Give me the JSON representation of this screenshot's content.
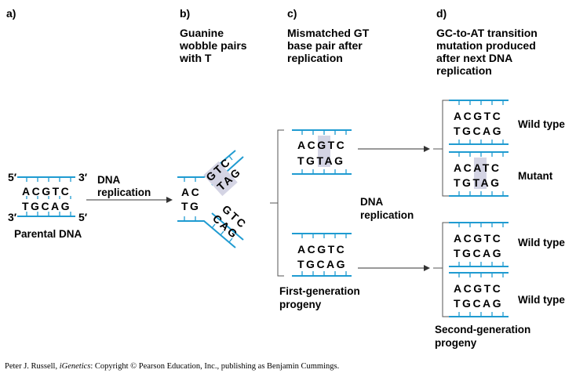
{
  "panels": {
    "a": {
      "letter": "a)",
      "top": "ACGTC",
      "bottom": "TGCAG",
      "end5_top": "5′",
      "end3_top": "3′",
      "end3_bottom": "3′",
      "end5_bottom": "5′",
      "caption": "Parental DNA",
      "arrow_label_1": "DNA",
      "arrow_label_2": "replication"
    },
    "b": {
      "letter": "b)",
      "title": [
        "Guanine",
        "wobble pairs",
        "with T"
      ],
      "stem_top": "AC",
      "stem_bottom": "TG",
      "upper_fork_1": "GTC",
      "upper_fork_2": "TAG",
      "lower_fork_1": "GTC",
      "lower_fork_2": "CAG"
    },
    "c": {
      "letter": "c)",
      "title": [
        "Mismatched GT",
        "base pair after",
        "replication"
      ],
      "mismatch_top": "ACGTC",
      "mismatch_bottom": "TGTAG",
      "normal_top": "ACGTC",
      "normal_bottom": "TGCAG",
      "caption_1": "First-generation",
      "caption_2": "progeny",
      "mid_label_1": "DNA",
      "mid_label_2": "replication"
    },
    "d": {
      "letter": "d)",
      "title": [
        "GC-to-AT transition",
        "mutation produced",
        "after next DNA",
        "replication"
      ],
      "duplexes": [
        {
          "top": "ACGTC",
          "bottom": "TGCAG",
          "label": "Wild type"
        },
        {
          "top": "ACATC",
          "bottom": "TGTAG",
          "label": "Mutant"
        },
        {
          "top": "ACGTC",
          "bottom": "TGCAG",
          "label": "Wild type"
        },
        {
          "top": "ACGTC",
          "bottom": "TGCAG",
          "label": "Wild type"
        }
      ],
      "caption_1": "Second-generation",
      "caption_2": "progeny"
    }
  },
  "credit": {
    "prefix": "Peter J. Russell, ",
    "italic": "iGenetics",
    "suffix": ": Copyright © Pearson Education, Inc., publishing as Benjamin Cummings."
  },
  "colors": {
    "strand": "#1f9bd1",
    "highlight": "#d4d4e4"
  }
}
